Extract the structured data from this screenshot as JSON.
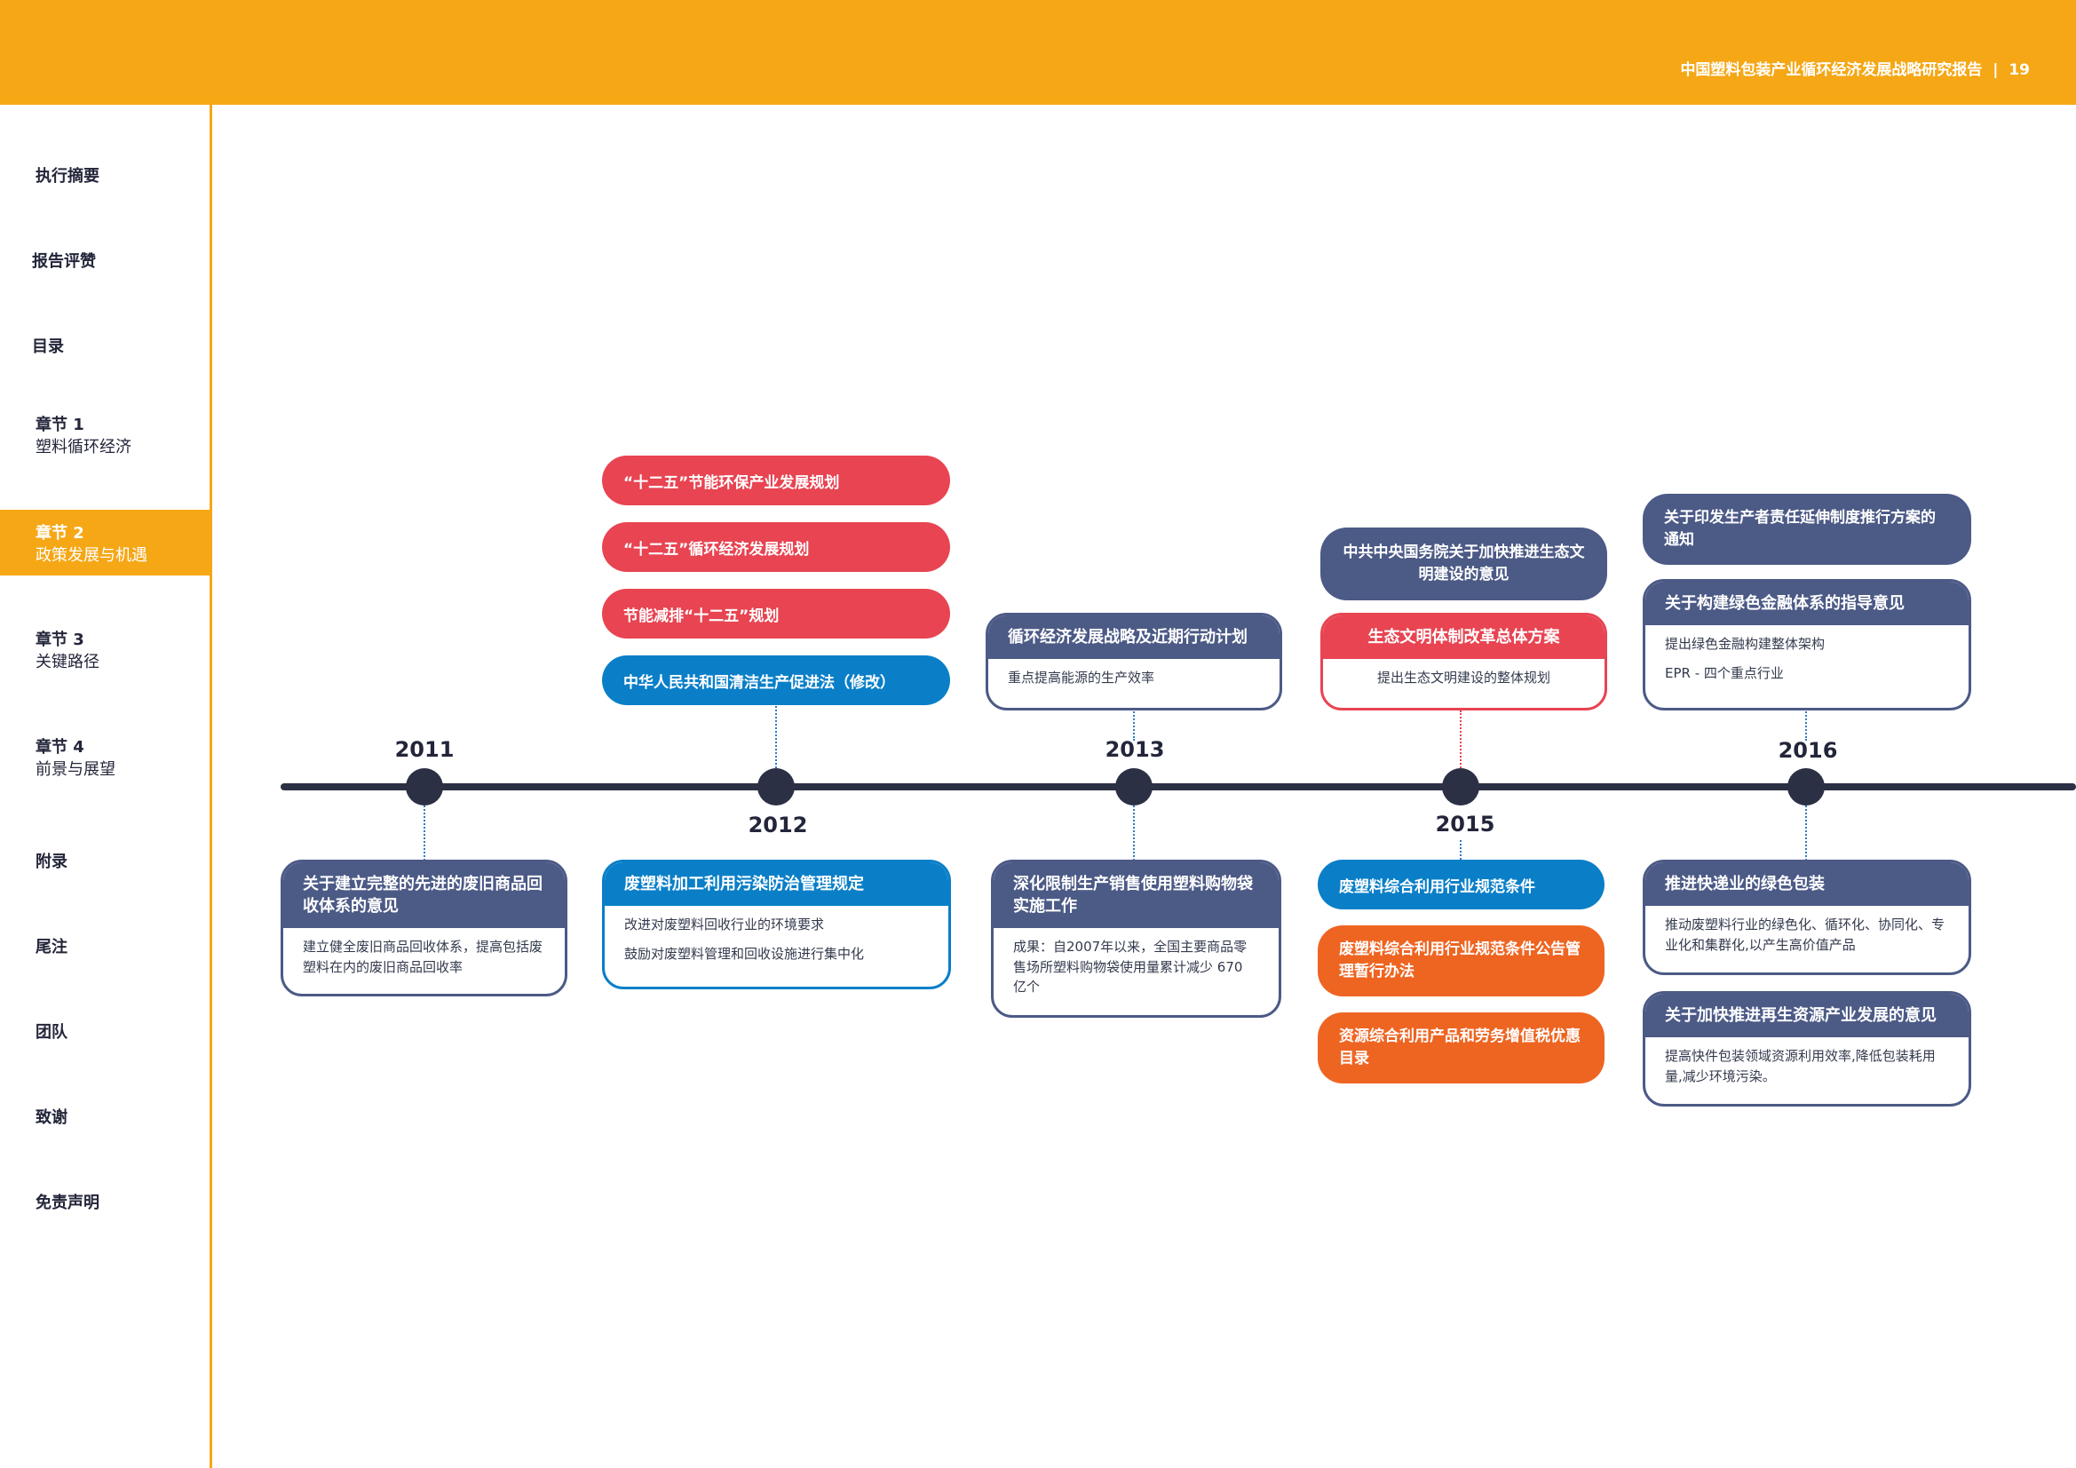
{
  "header": {
    "title": "中国塑料包装产业循环经济发展战略研究报告",
    "page": "19"
  },
  "nav": [
    {
      "line1": "执行摘要"
    },
    {
      "line1": "报告评赞"
    },
    {
      "line1": "目录"
    },
    {
      "line1": "章节 1",
      "line2": "塑料循环经济"
    },
    {
      "line1": "章节 2",
      "line2": "政策发展与机遇"
    },
    {
      "line1": "章节 3",
      "line2": "关键路径"
    },
    {
      "line1": "章节 4",
      "line2": "前景与展望"
    },
    {
      "line1": "附录"
    },
    {
      "line1": "尾注"
    },
    {
      "line1": "团队"
    },
    {
      "line1": "致谢"
    },
    {
      "line1": "免责声明"
    }
  ],
  "years": [
    "2011",
    "2012",
    "2013",
    "2015",
    "2016"
  ],
  "y2011": {
    "below": {
      "title": "关于建立完整的先进的废旧商品回收体系的意见",
      "body": [
        "建立健全废旧商品回收体系，提高包括废塑料在内的废旧商品回收率"
      ]
    }
  },
  "y2012": {
    "above": [
      "“十二五”节能环保产业发展规划",
      "“十二五”循环经济发展规划",
      "节能减排“十二五”规划",
      "中华人民共和国清洁生产促进法（修改）"
    ],
    "below": {
      "title": "废塑料加工利用污染防治管理规定",
      "body": [
        "改进对废塑料回收行业的环境要求",
        "鼓励对废塑料管理和回收设施进行集中化"
      ]
    }
  },
  "y2013": {
    "above": {
      "title": "循环经济发展战略及近期行动计划",
      "body": [
        "重点提高能源的生产效率"
      ]
    },
    "below": {
      "title": "深化限制生产销售使用塑料购物袋实施工作",
      "body": [
        "成果：自2007年以来，全国主要商品零售场所塑料购物袋使用量累计减少 670 亿个"
      ]
    }
  },
  "y2015": {
    "above_top": "中共中央国务院关于加快推进生态文明建设的意见",
    "above": {
      "title": "生态文明体制改革总体方案",
      "body": [
        "提出生态文明建设的整体规划"
      ]
    },
    "below": [
      "废塑料综合利用行业规范条件",
      "废塑料综合利用行业规范条件公告管理暂行办法",
      "资源综合利用产品和劳务增值税优惠目录"
    ]
  },
  "y2016": {
    "above_top": "关于印发生产者责任延伸制度推行方案的通知",
    "above": {
      "title": "关于构建绿色金融体系的指导意见",
      "body": [
        "提出绿色金融构建整体架构",
        "EPR - 四个重点行业"
      ]
    },
    "below1": {
      "title": "推进快递业的绿色包装",
      "body": [
        "推动废塑料行业的绿色化、循环化、协同化、专业化和集群化,以产生高价值产品"
      ]
    },
    "below2": {
      "title": "关于加快推进再生资源产业发展的意见",
      "body": [
        "提高快件包装领域资源利用效率,降低包装耗用量,减少环境污染。"
      ]
    }
  },
  "colors": {
    "accent": "#f5a716",
    "red": "#e84452",
    "blue": "#0a7fc8",
    "navy": "#4c5a86",
    "orange": "#ee6522",
    "axis": "#2c3045"
  }
}
